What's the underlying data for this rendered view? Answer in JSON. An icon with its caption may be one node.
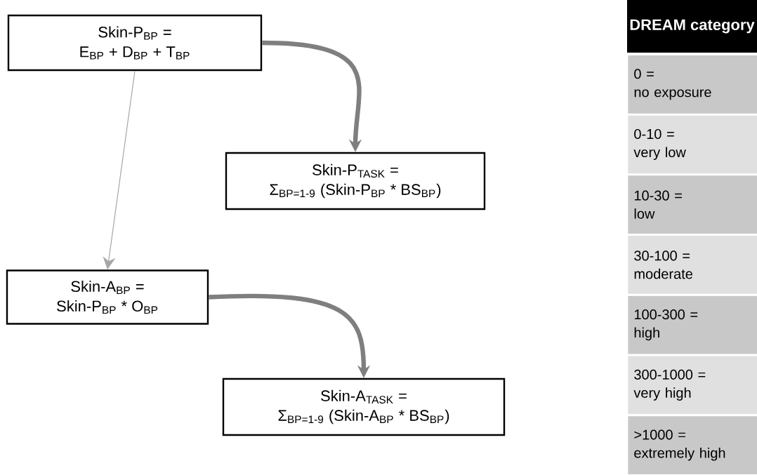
{
  "diagram": {
    "nodes": [
      {
        "text": [
          "Skin-P$_{BP}$ =",
          "E$_{BP}$ + D$_{BP}$ + T$_{BP}$"
        ]
      },
      {
        "text": [
          "Skin-P$_{TASK}$ =",
          "Σ$_{BP=1-9}$ (Skin-P$_{BP}$ * BS$_{BP}$)"
        ]
      },
      {
        "text": [
          "Skin-A$_{BP}$ =",
          "Skin-P$_{BP}$ * O$_{BP}$"
        ]
      },
      {
        "text": [
          "Skin-A$_{TASK}$ =",
          "Σ$_{BP=1-9}$ (Skin-A$_{BP}$ * BS$_{BP}$)"
        ]
      }
    ],
    "edges": [
      {
        "from": 0,
        "to": 1,
        "arrow": "to"
      },
      {
        "from": 0,
        "to": 2,
        "arrow": "to",
        "color": "#a6a6a6"
      },
      {
        "from": 2,
        "to": 3,
        "arrow": "to"
      }
    ],
    "labels": [
      "DREAM category",
      "0 =",
      "no exposure",
      "0-10 =",
      "very low",
      "10-30 =",
      "low",
      "30-100 =",
      "moderate",
      "100-300 =",
      "high",
      "300-1000 =",
      "very high",
      ">1000 =",
      "extremely high"
    ]
  }
}
